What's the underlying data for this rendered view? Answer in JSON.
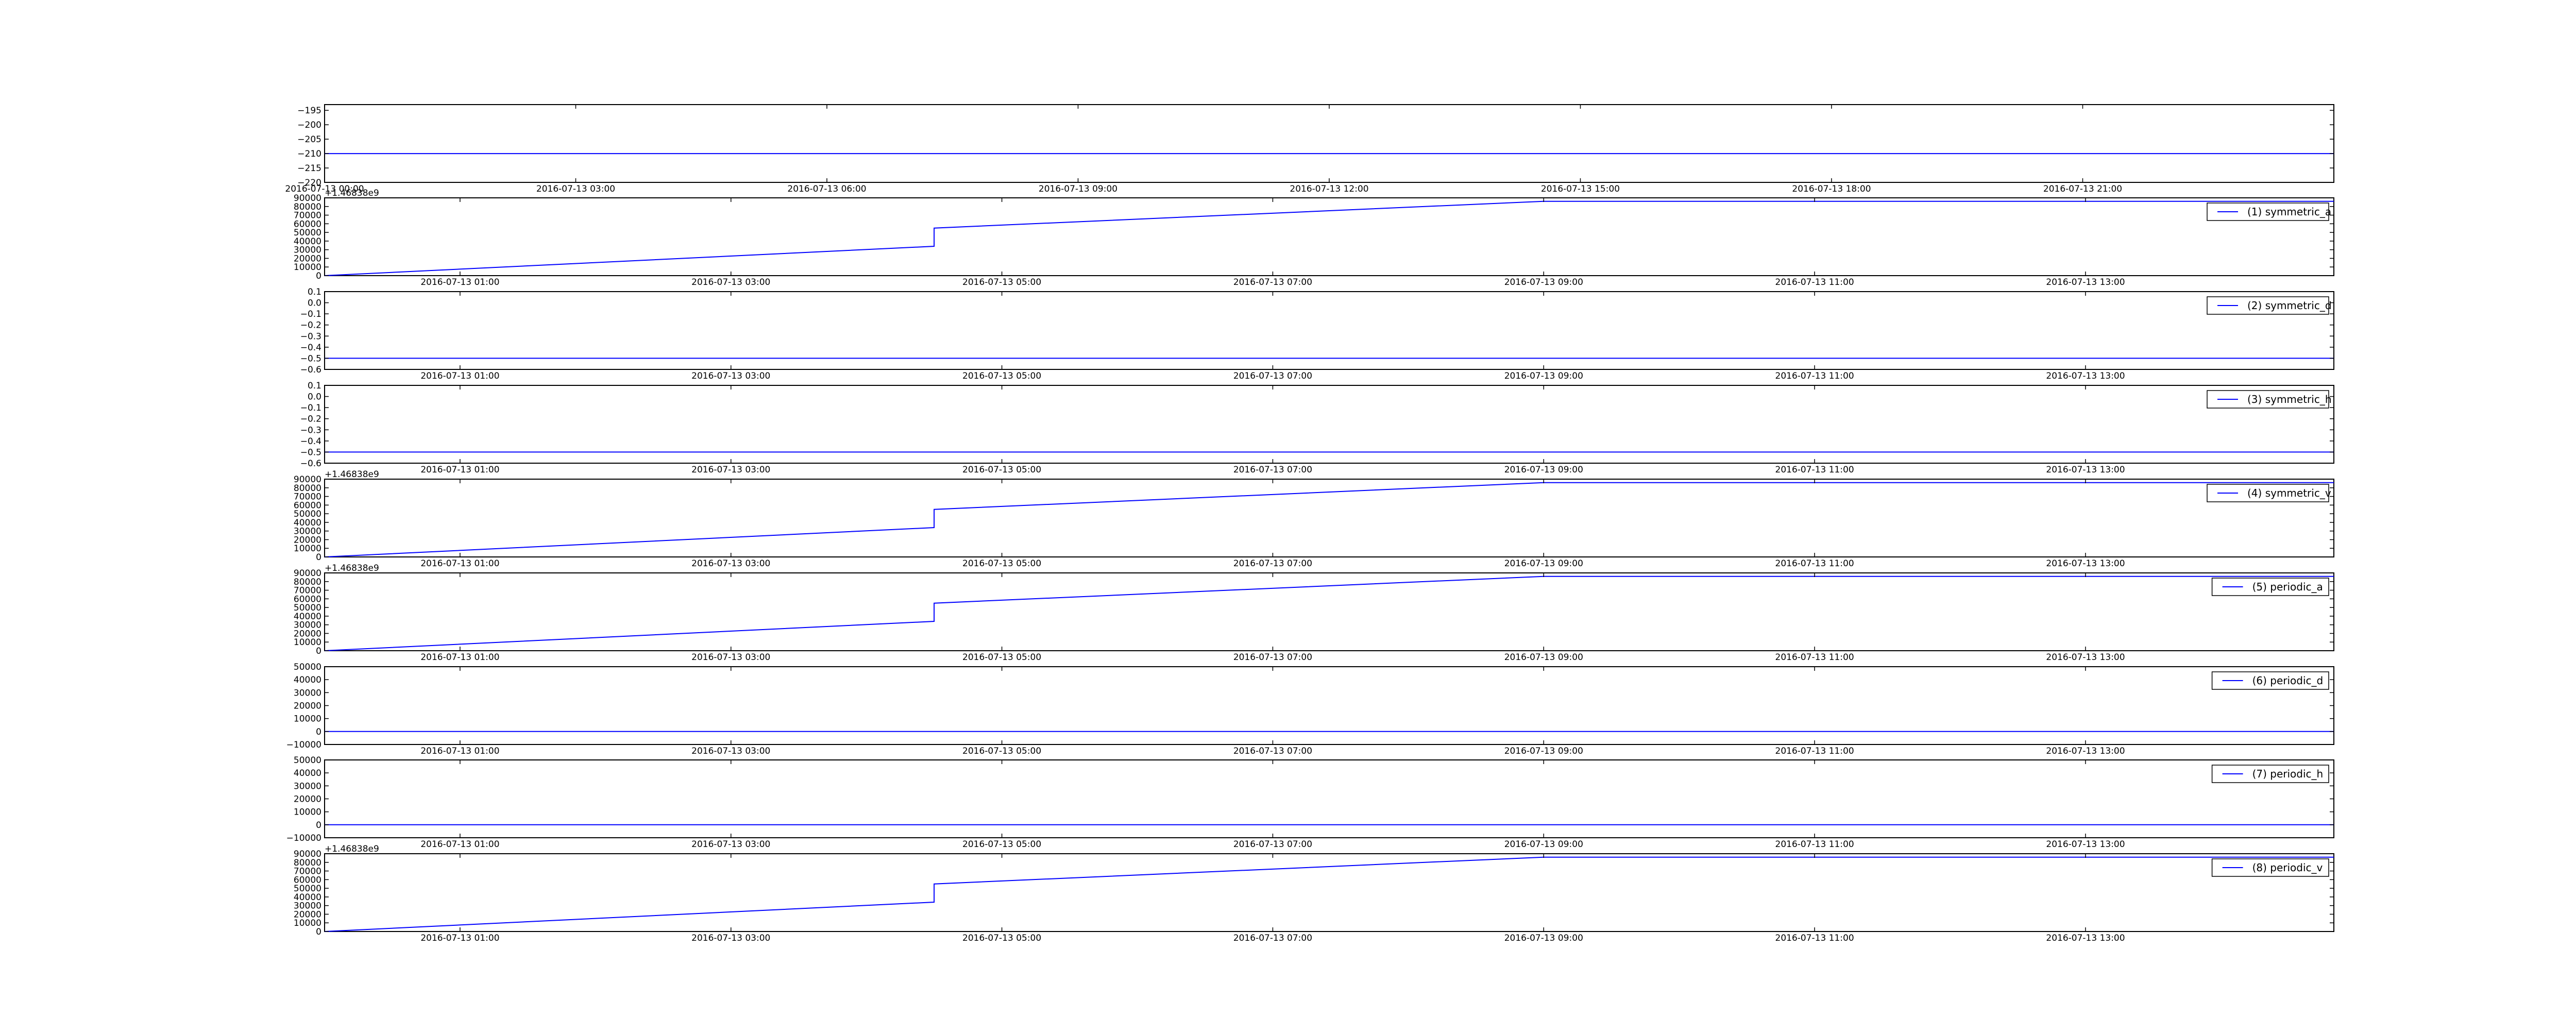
{
  "colors": {
    "line": "#0000ff",
    "axes": "#000000",
    "background": "#ffffff"
  },
  "chart_data": [
    {
      "type": "line",
      "title": "",
      "offset_text": "",
      "xlim": [
        "2016-07-13 00:00",
        "2016-07-14 00:00"
      ],
      "xticks": [
        "2016-07-13 00:00",
        "2016-07-13 03:00",
        "2016-07-13 06:00",
        "2016-07-13 09:00",
        "2016-07-13 12:00",
        "2016-07-13 15:00",
        "2016-07-13 18:00",
        "2016-07-13 21:00"
      ],
      "xtick_labels": [
        "2016-07-13 00:00",
        "2016-07-13 03:00",
        "2016-07-13 06:00",
        "2016-07-13 09:00",
        "2016-07-13 12:00",
        "2016-07-13 15:00",
        "2016-07-13 18:00",
        "2016-07-13 21:00"
      ],
      "ylim": [
        -220,
        -193
      ],
      "yticks": [
        -195,
        -200,
        -205,
        -210,
        -215,
        -220
      ],
      "ytick_labels": [
        "−195",
        "−200",
        "−205",
        "−210",
        "−215",
        "−220"
      ],
      "legend": "",
      "series": [
        {
          "x": [
            "2016-07-13 00:00",
            "2016-07-14 00:00"
          ],
          "y": [
            -210,
            -210
          ]
        }
      ]
    },
    {
      "type": "line",
      "offset_text": "+1.46838e9",
      "xlim": [
        "2016-07-13 00:00",
        "2016-07-13 14:50"
      ],
      "xticks": [
        "2016-07-13 01:00",
        "2016-07-13 03:00",
        "2016-07-13 05:00",
        "2016-07-13 07:00",
        "2016-07-13 09:00",
        "2016-07-13 11:00",
        "2016-07-13 13:00"
      ],
      "xtick_labels": [
        "2016-07-13 01:00",
        "2016-07-13 03:00",
        "2016-07-13 05:00",
        "2016-07-13 07:00",
        "2016-07-13 09:00",
        "2016-07-13 11:00",
        "2016-07-13 13:00"
      ],
      "ylim": [
        0,
        90000
      ],
      "yticks": [
        0,
        10000,
        20000,
        30000,
        40000,
        50000,
        60000,
        70000,
        80000,
        90000
      ],
      "ytick_labels": [
        "0",
        "10000",
        "20000",
        "30000",
        "40000",
        "50000",
        "60000",
        "70000",
        "80000",
        "90000"
      ],
      "legend": "(1) symmetric_a",
      "series": [
        {
          "name": "(1) symmetric_a",
          "x": [
            "2016-07-13 00:00",
            "2016-07-13 04:30",
            "2016-07-13 04:30",
            "2016-07-13 09:00",
            "2016-07-13 14:50"
          ],
          "y": [
            0,
            34000,
            55000,
            86000,
            86000
          ]
        }
      ]
    },
    {
      "type": "line",
      "offset_text": "",
      "xlim": [
        "2016-07-13 00:00",
        "2016-07-13 14:50"
      ],
      "xticks": [
        "2016-07-13 01:00",
        "2016-07-13 03:00",
        "2016-07-13 05:00",
        "2016-07-13 07:00",
        "2016-07-13 09:00",
        "2016-07-13 11:00",
        "2016-07-13 13:00"
      ],
      "xtick_labels": [
        "2016-07-13 01:00",
        "2016-07-13 03:00",
        "2016-07-13 05:00",
        "2016-07-13 07:00",
        "2016-07-13 09:00",
        "2016-07-13 11:00",
        "2016-07-13 13:00"
      ],
      "ylim": [
        -0.6,
        0.1
      ],
      "yticks": [
        0.1,
        0.0,
        -0.1,
        -0.2,
        -0.3,
        -0.4,
        -0.5,
        -0.6
      ],
      "ytick_labels": [
        "0.1",
        "0.0",
        "−0.1",
        "−0.2",
        "−0.3",
        "−0.4",
        "−0.5",
        "−0.6"
      ],
      "legend": "(2) symmetric_d",
      "series": [
        {
          "name": "(2) symmetric_d",
          "x": [
            "2016-07-13 00:00",
            "2016-07-13 14:50"
          ],
          "y": [
            -0.5,
            -0.5
          ]
        }
      ]
    },
    {
      "type": "line",
      "offset_text": "",
      "xlim": [
        "2016-07-13 00:00",
        "2016-07-13 14:50"
      ],
      "xticks": [
        "2016-07-13 01:00",
        "2016-07-13 03:00",
        "2016-07-13 05:00",
        "2016-07-13 07:00",
        "2016-07-13 09:00",
        "2016-07-13 11:00",
        "2016-07-13 13:00"
      ],
      "xtick_labels": [
        "2016-07-13 01:00",
        "2016-07-13 03:00",
        "2016-07-13 05:00",
        "2016-07-13 07:00",
        "2016-07-13 09:00",
        "2016-07-13 11:00",
        "2016-07-13 13:00"
      ],
      "ylim": [
        -0.6,
        0.1
      ],
      "yticks": [
        0.1,
        0.0,
        -0.1,
        -0.2,
        -0.3,
        -0.4,
        -0.5,
        -0.6
      ],
      "ytick_labels": [
        "0.1",
        "0.0",
        "−0.1",
        "−0.2",
        "−0.3",
        "−0.4",
        "−0.5",
        "−0.6"
      ],
      "legend": "(3) symmetric_h",
      "series": [
        {
          "name": "(3) symmetric_h",
          "x": [
            "2016-07-13 00:00",
            "2016-07-13 14:50"
          ],
          "y": [
            -0.5,
            -0.5
          ]
        }
      ]
    },
    {
      "type": "line",
      "offset_text": "+1.46838e9",
      "xlim": [
        "2016-07-13 00:00",
        "2016-07-13 14:50"
      ],
      "xticks": [
        "2016-07-13 01:00",
        "2016-07-13 03:00",
        "2016-07-13 05:00",
        "2016-07-13 07:00",
        "2016-07-13 09:00",
        "2016-07-13 11:00",
        "2016-07-13 13:00"
      ],
      "xtick_labels": [
        "2016-07-13 01:00",
        "2016-07-13 03:00",
        "2016-07-13 05:00",
        "2016-07-13 07:00",
        "2016-07-13 09:00",
        "2016-07-13 11:00",
        "2016-07-13 13:00"
      ],
      "ylim": [
        0,
        90000
      ],
      "yticks": [
        0,
        10000,
        20000,
        30000,
        40000,
        50000,
        60000,
        70000,
        80000,
        90000
      ],
      "ytick_labels": [
        "0",
        "10000",
        "20000",
        "30000",
        "40000",
        "50000",
        "60000",
        "70000",
        "80000",
        "90000"
      ],
      "legend": "(4) symmetric_v",
      "series": [
        {
          "name": "(4) symmetric_v",
          "x": [
            "2016-07-13 00:00",
            "2016-07-13 04:30",
            "2016-07-13 04:30",
            "2016-07-13 09:00",
            "2016-07-13 14:50"
          ],
          "y": [
            0,
            34000,
            55000,
            86000,
            86000
          ]
        }
      ]
    },
    {
      "type": "line",
      "offset_text": "+1.46838e9",
      "xlim": [
        "2016-07-13 00:00",
        "2016-07-13 14:50"
      ],
      "xticks": [
        "2016-07-13 01:00",
        "2016-07-13 03:00",
        "2016-07-13 05:00",
        "2016-07-13 07:00",
        "2016-07-13 09:00",
        "2016-07-13 11:00",
        "2016-07-13 13:00"
      ],
      "xtick_labels": [
        "2016-07-13 01:00",
        "2016-07-13 03:00",
        "2016-07-13 05:00",
        "2016-07-13 07:00",
        "2016-07-13 09:00",
        "2016-07-13 11:00",
        "2016-07-13 13:00"
      ],
      "ylim": [
        0,
        90000
      ],
      "yticks": [
        0,
        10000,
        20000,
        30000,
        40000,
        50000,
        60000,
        70000,
        80000,
        90000
      ],
      "ytick_labels": [
        "0",
        "10000",
        "20000",
        "30000",
        "40000",
        "50000",
        "60000",
        "70000",
        "80000",
        "90000"
      ],
      "legend": "(5) periodic_a",
      "series": [
        {
          "name": "(5) periodic_a",
          "x": [
            "2016-07-13 00:00",
            "2016-07-13 04:30",
            "2016-07-13 04:30",
            "2016-07-13 09:00",
            "2016-07-13 14:50"
          ],
          "y": [
            0,
            34000,
            55000,
            86000,
            86000
          ]
        }
      ]
    },
    {
      "type": "line",
      "offset_text": "",
      "xlim": [
        "2016-07-13 00:00",
        "2016-07-13 14:50"
      ],
      "xticks": [
        "2016-07-13 01:00",
        "2016-07-13 03:00",
        "2016-07-13 05:00",
        "2016-07-13 07:00",
        "2016-07-13 09:00",
        "2016-07-13 11:00",
        "2016-07-13 13:00"
      ],
      "xtick_labels": [
        "2016-07-13 01:00",
        "2016-07-13 03:00",
        "2016-07-13 05:00",
        "2016-07-13 07:00",
        "2016-07-13 09:00",
        "2016-07-13 11:00",
        "2016-07-13 13:00"
      ],
      "ylim": [
        -10000,
        50000
      ],
      "yticks": [
        -10000,
        0,
        10000,
        20000,
        30000,
        40000,
        50000
      ],
      "ytick_labels": [
        "−10000",
        "0",
        "10000",
        "20000",
        "30000",
        "40000",
        "50000"
      ],
      "legend": "(6) periodic_d",
      "series": [
        {
          "name": "(6) periodic_d",
          "x": [
            "2016-07-13 00:00",
            "2016-07-13 14:50"
          ],
          "y": [
            0,
            0
          ]
        }
      ]
    },
    {
      "type": "line",
      "offset_text": "",
      "xlim": [
        "2016-07-13 00:00",
        "2016-07-13 14:50"
      ],
      "xticks": [
        "2016-07-13 01:00",
        "2016-07-13 03:00",
        "2016-07-13 05:00",
        "2016-07-13 07:00",
        "2016-07-13 09:00",
        "2016-07-13 11:00",
        "2016-07-13 13:00"
      ],
      "xtick_labels": [
        "2016-07-13 01:00",
        "2016-07-13 03:00",
        "2016-07-13 05:00",
        "2016-07-13 07:00",
        "2016-07-13 09:00",
        "2016-07-13 11:00",
        "2016-07-13 13:00"
      ],
      "ylim": [
        -10000,
        50000
      ],
      "yticks": [
        -10000,
        0,
        10000,
        20000,
        30000,
        40000,
        50000
      ],
      "ytick_labels": [
        "−10000",
        "0",
        "10000",
        "20000",
        "30000",
        "40000",
        "50000"
      ],
      "legend": "(7) periodic_h",
      "series": [
        {
          "name": "(7) periodic_h",
          "x": [
            "2016-07-13 00:00",
            "2016-07-13 14:50"
          ],
          "y": [
            0,
            0
          ]
        }
      ]
    },
    {
      "type": "line",
      "offset_text": "+1.46838e9",
      "xlim": [
        "2016-07-13 00:00",
        "2016-07-13 14:50"
      ],
      "xticks": [
        "2016-07-13 01:00",
        "2016-07-13 03:00",
        "2016-07-13 05:00",
        "2016-07-13 07:00",
        "2016-07-13 09:00",
        "2016-07-13 11:00",
        "2016-07-13 13:00"
      ],
      "xtick_labels": [
        "2016-07-13 01:00",
        "2016-07-13 03:00",
        "2016-07-13 05:00",
        "2016-07-13 07:00",
        "2016-07-13 09:00",
        "2016-07-13 11:00",
        "2016-07-13 13:00"
      ],
      "ylim": [
        0,
        90000
      ],
      "yticks": [
        0,
        10000,
        20000,
        30000,
        40000,
        50000,
        60000,
        70000,
        80000,
        90000
      ],
      "ytick_labels": [
        "0",
        "10000",
        "20000",
        "30000",
        "40000",
        "50000",
        "60000",
        "70000",
        "80000",
        "90000"
      ],
      "legend": "(8) periodic_v",
      "series": [
        {
          "name": "(8) periodic_v",
          "x": [
            "2016-07-13 00:00",
            "2016-07-13 04:30",
            "2016-07-13 04:30",
            "2016-07-13 09:00",
            "2016-07-13 14:50"
          ],
          "y": [
            0,
            34000,
            55000,
            86000,
            86000
          ]
        }
      ]
    }
  ]
}
